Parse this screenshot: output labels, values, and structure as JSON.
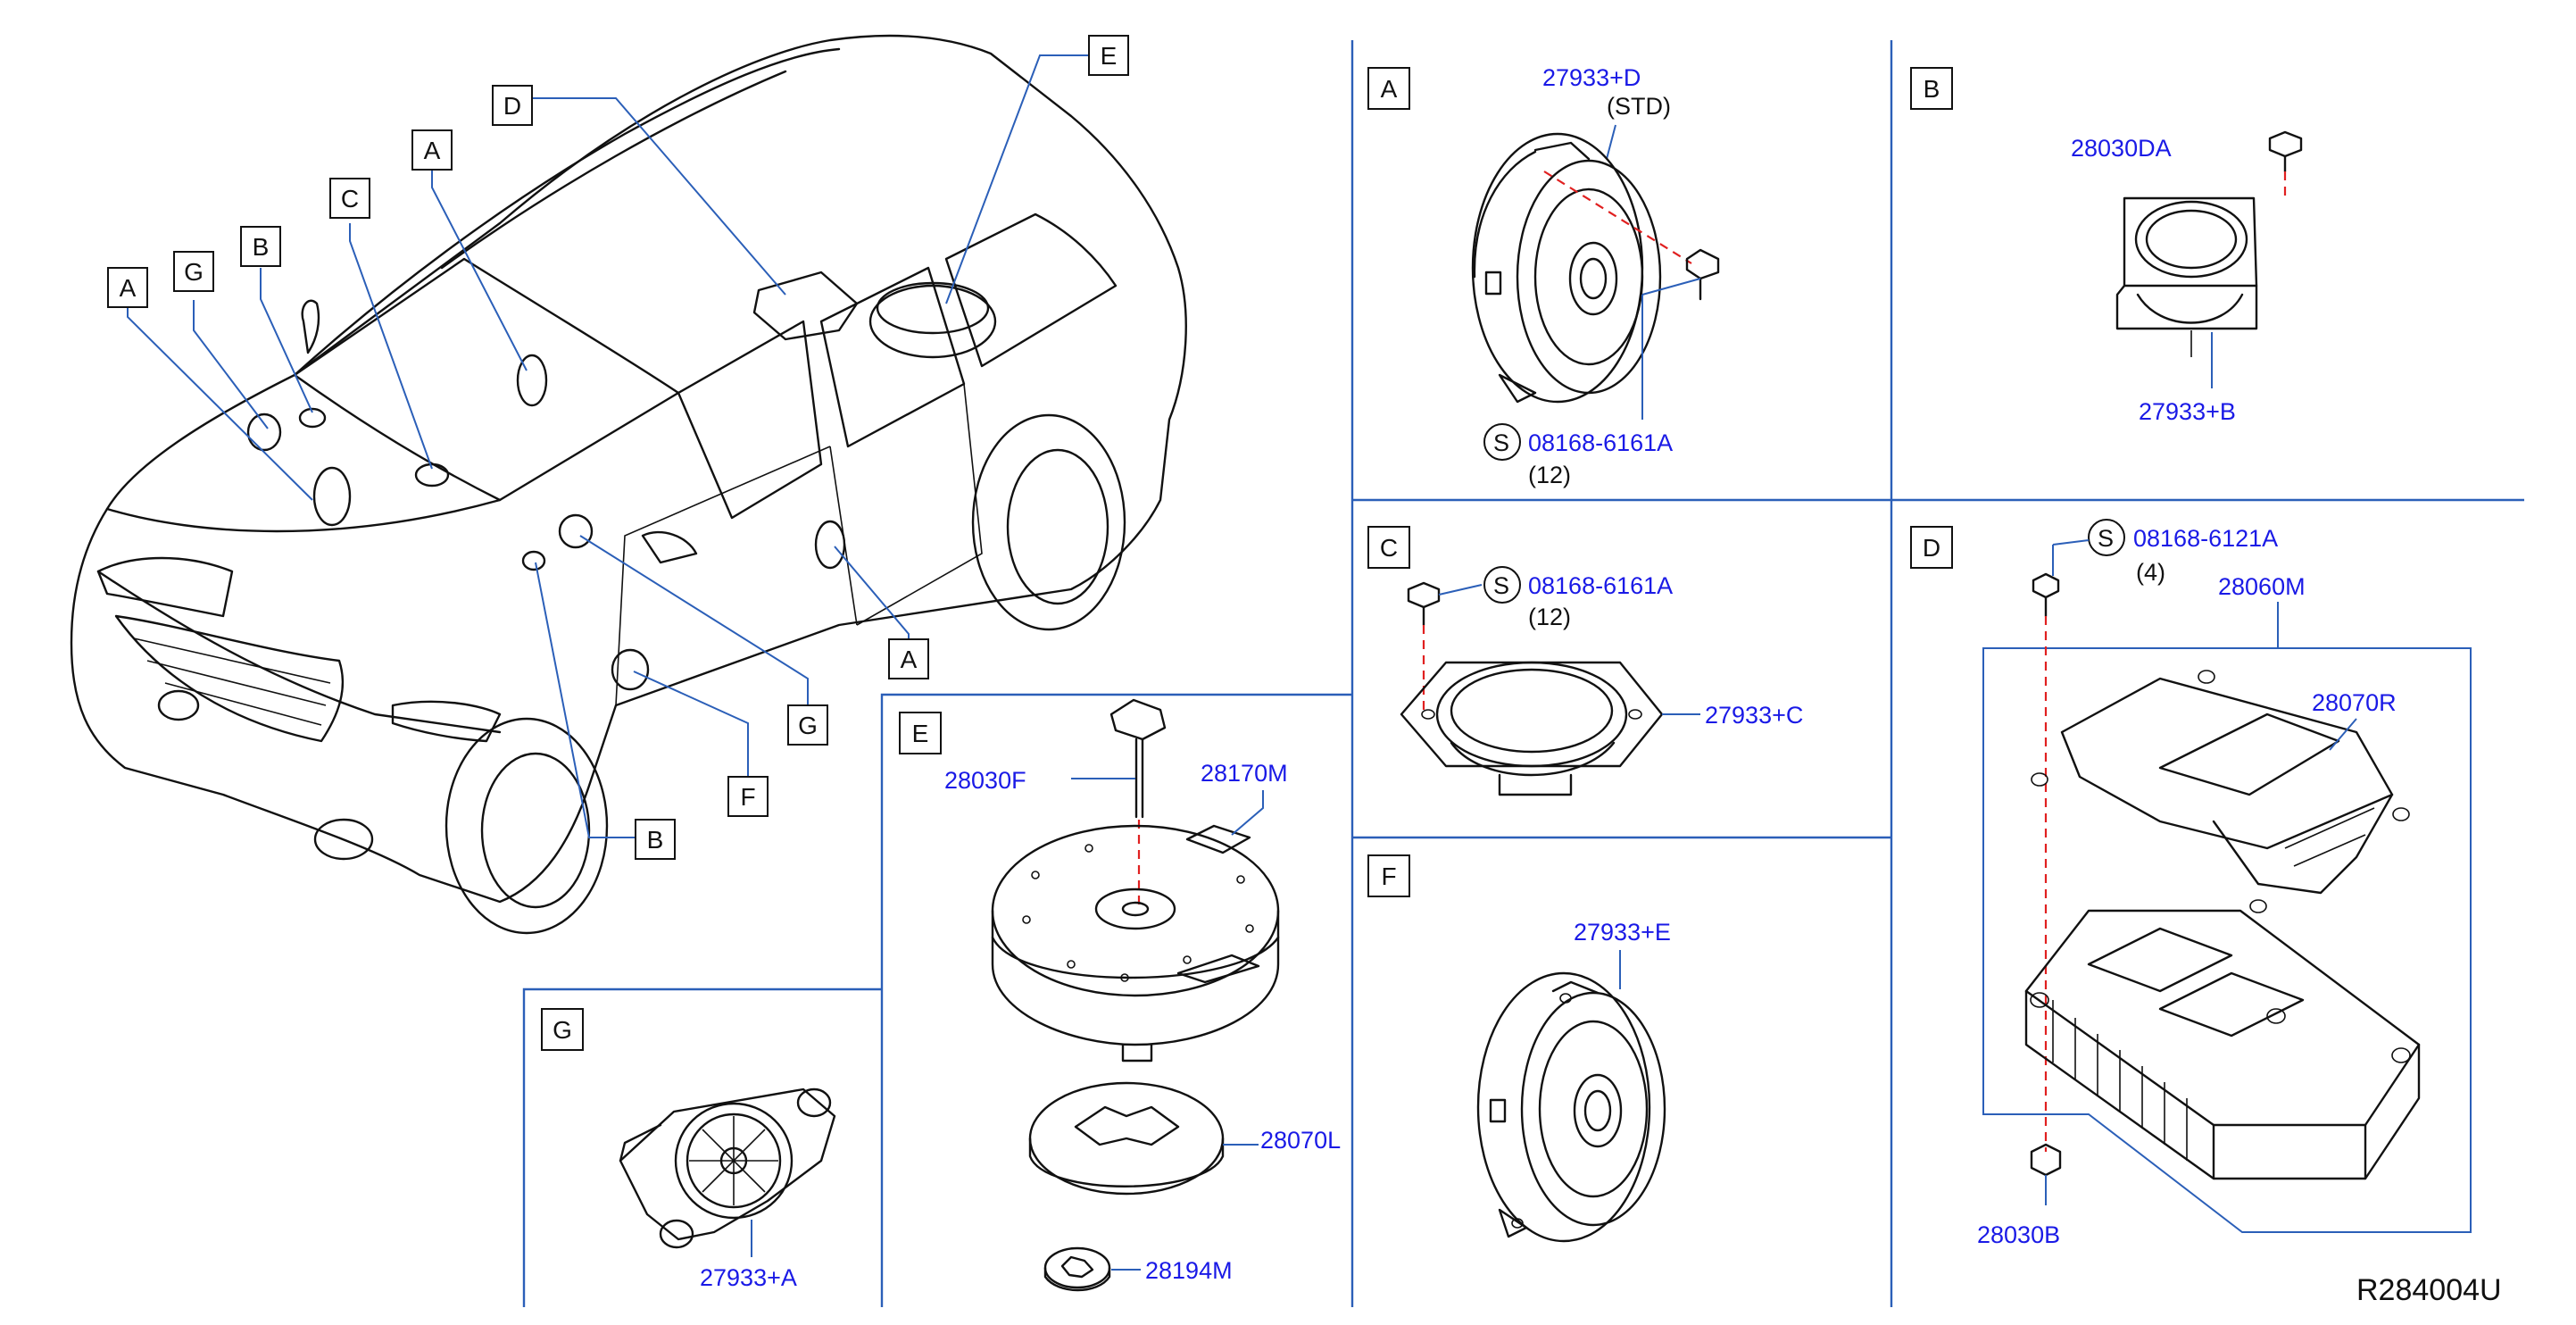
{
  "diagram_code": "R284004U",
  "screw_symbol": "S",
  "car_callouts": [
    "A",
    "G",
    "B",
    "C",
    "A",
    "D",
    "E",
    "A",
    "G",
    "F",
    "B"
  ],
  "panels": {
    "A": {
      "label": "A",
      "part": "27933+D",
      "note": "(STD)",
      "screw": "08168-6161A",
      "screw_qty": "(12)"
    },
    "B": {
      "label": "B",
      "bolt": "28030DA",
      "part": "27933+B"
    },
    "C": {
      "label": "C",
      "screw": "08168-6161A",
      "screw_qty": "(12)",
      "part": "27933+C"
    },
    "D": {
      "label": "D",
      "screw": "08168-6121A",
      "screw_qty": "(4)",
      "assembly": "28060M",
      "bracket": "28070R",
      "nut": "28030B"
    },
    "E": {
      "label": "E",
      "bolt": "28030F",
      "subwoofer": "28170M",
      "spacer": "28070L",
      "washer": "28194M"
    },
    "F": {
      "label": "F",
      "part": "27933+E"
    },
    "G": {
      "label": "G",
      "part": "27933+A"
    }
  }
}
